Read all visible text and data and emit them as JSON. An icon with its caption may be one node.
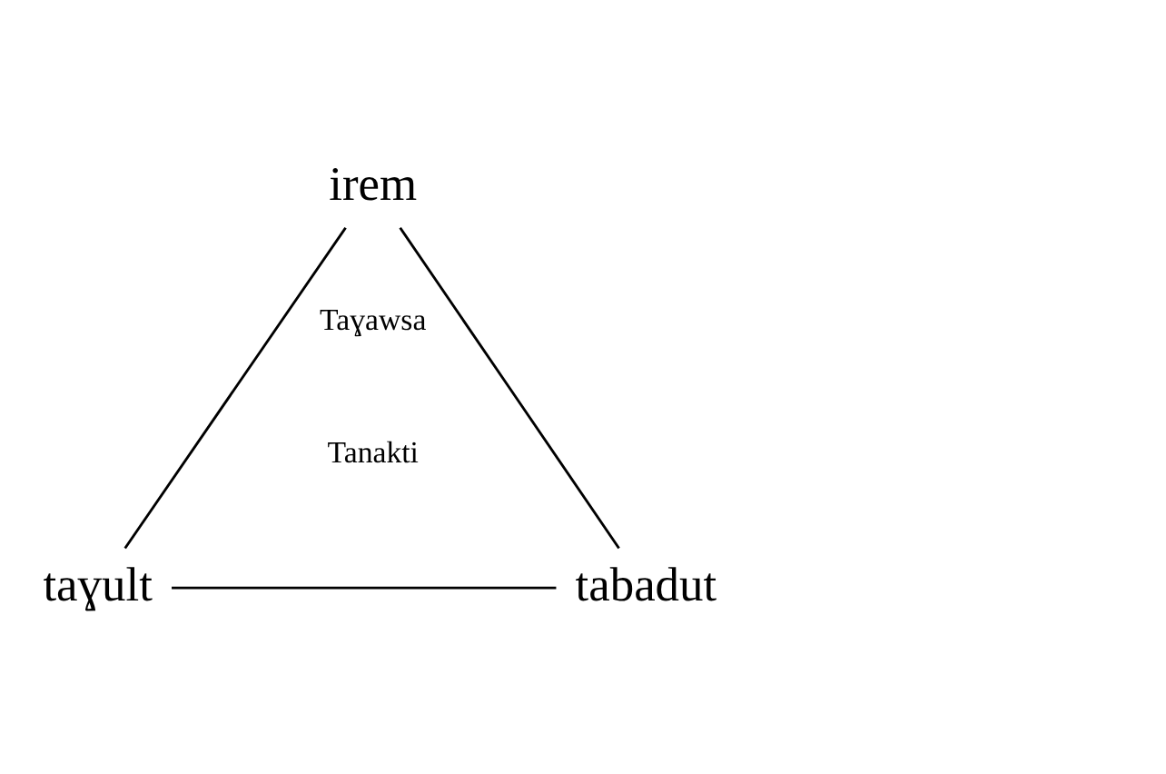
{
  "diagram": {
    "nodes": [
      {
        "text": [
          "irem"
        ]
      },
      {
        "text": [
          "taɣult"
        ]
      },
      {
        "text": [
          "tabadut"
        ]
      }
    ],
    "edges": [
      {
        "from": 0,
        "to": 1,
        "arrow": "none"
      },
      {
        "from": 0,
        "to": 2,
        "arrow": "none"
      },
      {
        "from": 1,
        "to": 2,
        "arrow": "none"
      }
    ],
    "labels": [
      "Taɣawsa",
      "Tanakti"
    ]
  }
}
